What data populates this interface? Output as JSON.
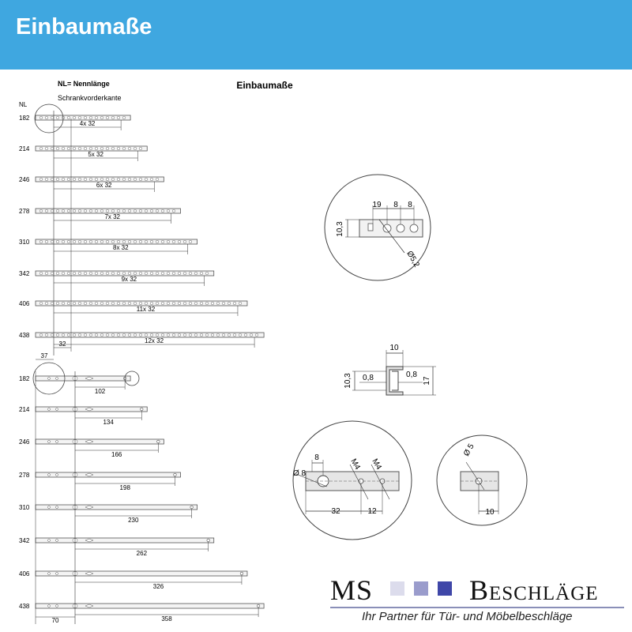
{
  "header": {
    "title": "Einbaumaße",
    "bg_color": "#3fa7e0"
  },
  "drawing": {
    "title": "Einbaumaße",
    "legend_nl": "NL= Nennlänge",
    "label_front_edge": "Schrankvorderkante",
    "col_label_nl": "NL",
    "upper": {
      "rows": [
        {
          "nl": "182",
          "dim": "4x 32"
        },
        {
          "nl": "214",
          "dim": "5x 32"
        },
        {
          "nl": "246",
          "dim": "6x 32"
        },
        {
          "nl": "278",
          "dim": "7x 32"
        },
        {
          "nl": "310",
          "dim": "8x 32"
        },
        {
          "nl": "342",
          "dim": "9x 32"
        },
        {
          "nl": "406",
          "dim": "11x 32"
        },
        {
          "nl": "438",
          "dim": "12x 32"
        }
      ],
      "dim_32": "32",
      "dim_37": "37"
    },
    "lower": {
      "rows": [
        {
          "nl": "182",
          "dim": "102"
        },
        {
          "nl": "214",
          "dim": "134"
        },
        {
          "nl": "246",
          "dim": "166"
        },
        {
          "nl": "278",
          "dim": "198"
        },
        {
          "nl": "310",
          "dim": "230"
        },
        {
          "nl": "342",
          "dim": "262"
        },
        {
          "nl": "406",
          "dim": "326"
        },
        {
          "nl": "438",
          "dim": "358"
        }
      ],
      "dim_70": "70"
    },
    "detail1": {
      "d19": "19",
      "d8a": "8",
      "d8b": "8",
      "h": "10,3",
      "dia": "Ø5,2"
    },
    "detail2": {
      "w": "10",
      "t1": "0,8",
      "t2": "0,8",
      "h1": "10,3",
      "h2": "17"
    },
    "detail3": {
      "dia": "Ø 8",
      "d8": "8",
      "m1": "M4",
      "m2": "M4",
      "d32": "32",
      "d12": "12"
    },
    "detail4": {
      "dia": "Ø 5",
      "d10": "10"
    }
  },
  "logo": {
    "ms": "MS",
    "beschlaege": "Beschläge",
    "tagline": "Ihr Partner für Tür- und Möbelbeschläge",
    "square_colors": [
      "#dcdcec",
      "#9a9ccc",
      "#3f47a8"
    ]
  }
}
